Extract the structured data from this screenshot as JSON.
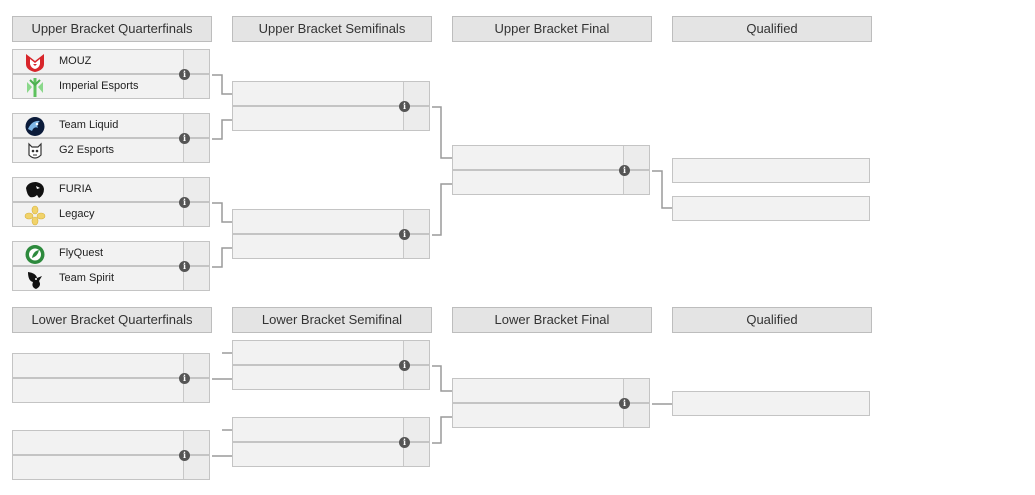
{
  "upper": {
    "headers": [
      "Upper Bracket Quarterfinals",
      "Upper Bracket Semifinals",
      "Upper Bracket Final",
      "Qualified"
    ],
    "quarterfinals": [
      {
        "team1": {
          "name": "MOUZ",
          "logo": "mouz-logo"
        },
        "team2": {
          "name": "Imperial Esports",
          "logo": "imperial-logo"
        }
      },
      {
        "team1": {
          "name": "Team Liquid",
          "logo": "liquid-logo"
        },
        "team2": {
          "name": "G2 Esports",
          "logo": "g2-logo"
        }
      },
      {
        "team1": {
          "name": "FURIA",
          "logo": "furia-logo"
        },
        "team2": {
          "name": "Legacy",
          "logo": "legacy-logo"
        }
      },
      {
        "team1": {
          "name": "FlyQuest",
          "logo": "flyquest-logo"
        },
        "team2": {
          "name": "Team Spirit",
          "logo": "spirit-logo"
        }
      }
    ]
  },
  "lower": {
    "headers": [
      "Lower Bracket Quarterfinals",
      "Lower Bracket Semifinal",
      "Lower Bracket Final",
      "Qualified"
    ]
  },
  "info_icon_glyph": "i",
  "colors": {
    "slot_bg": "#f2f2f2",
    "slot_border": "#c4c4c4",
    "header_bg": "#e4e4e4",
    "connector": "#9a9a9a",
    "info_icon": "#555555"
  }
}
